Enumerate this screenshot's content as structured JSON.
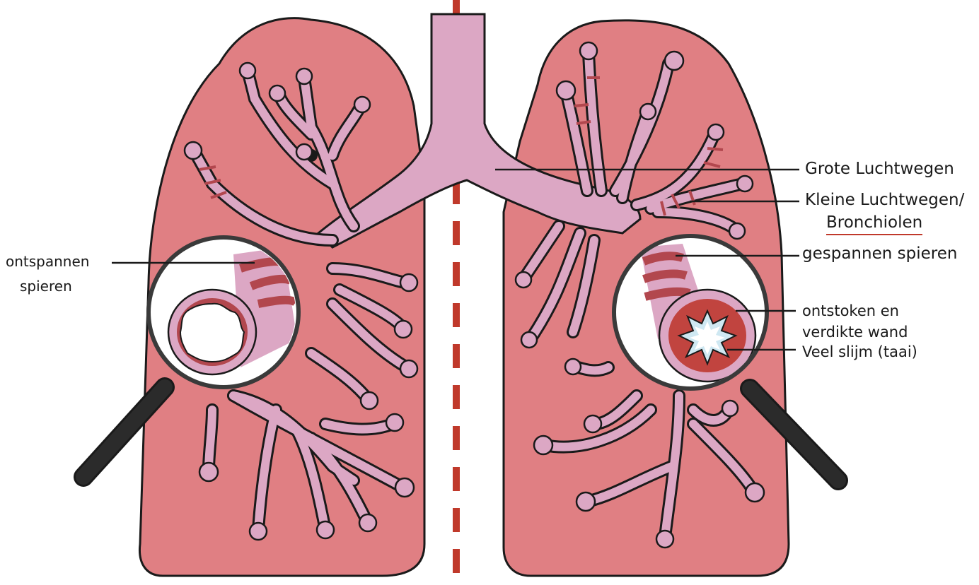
{
  "labels": {
    "left": {
      "line1": "ontspannen",
      "line2": "spieren"
    },
    "right": {
      "large_airways": "Grote Luchtwegen",
      "small_airways_line1": "Kleine Luchtwegen/",
      "small_airways_line2": "Bronchiolen",
      "tense_muscles": "gespannen spieren",
      "inflamed_line1": "ontstoken en",
      "inflamed_line2": "verdikte wand",
      "mucus": "Veel slijm (taai)"
    }
  },
  "colors": {
    "lung_fill": "#e07f83",
    "airway_fill": "#dca7c4",
    "divider": "#c0392b",
    "muscle_band": "#b2474e",
    "lens_rim": "#3a3a3a",
    "handle": "#2b2b2b",
    "mucus": "#cfe8f2",
    "inflamed_wall": "#c1443f",
    "label_underline": "#c0392b"
  }
}
